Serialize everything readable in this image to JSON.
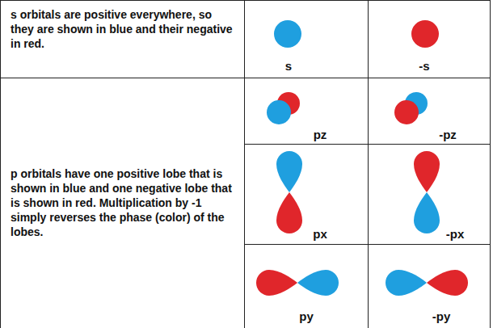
{
  "diagram": {
    "nodes": [
      {
        "text": [
          "s orbitals are positive everywhere, so they are shown in blue and their negative in red."
        ]
      },
      {
        "text": [
          "s"
        ]
      },
      {
        "text": [
          "-s"
        ]
      },
      {
        "text": [
          "p orbitals have one positive lobe that is shown in blue and one negative lobe that is shown in red. Multiplication by -1 simply reverses the phase (color) of the lobes."
        ]
      },
      {
        "text": [
          "pz"
        ]
      },
      {
        "text": [
          "-pz"
        ]
      },
      {
        "text": [
          "px"
        ]
      },
      {
        "text": [
          "-px"
        ]
      },
      {
        "text": [
          "py"
        ]
      },
      {
        "text": [
          "-py"
        ]
      }
    ]
  }
}
